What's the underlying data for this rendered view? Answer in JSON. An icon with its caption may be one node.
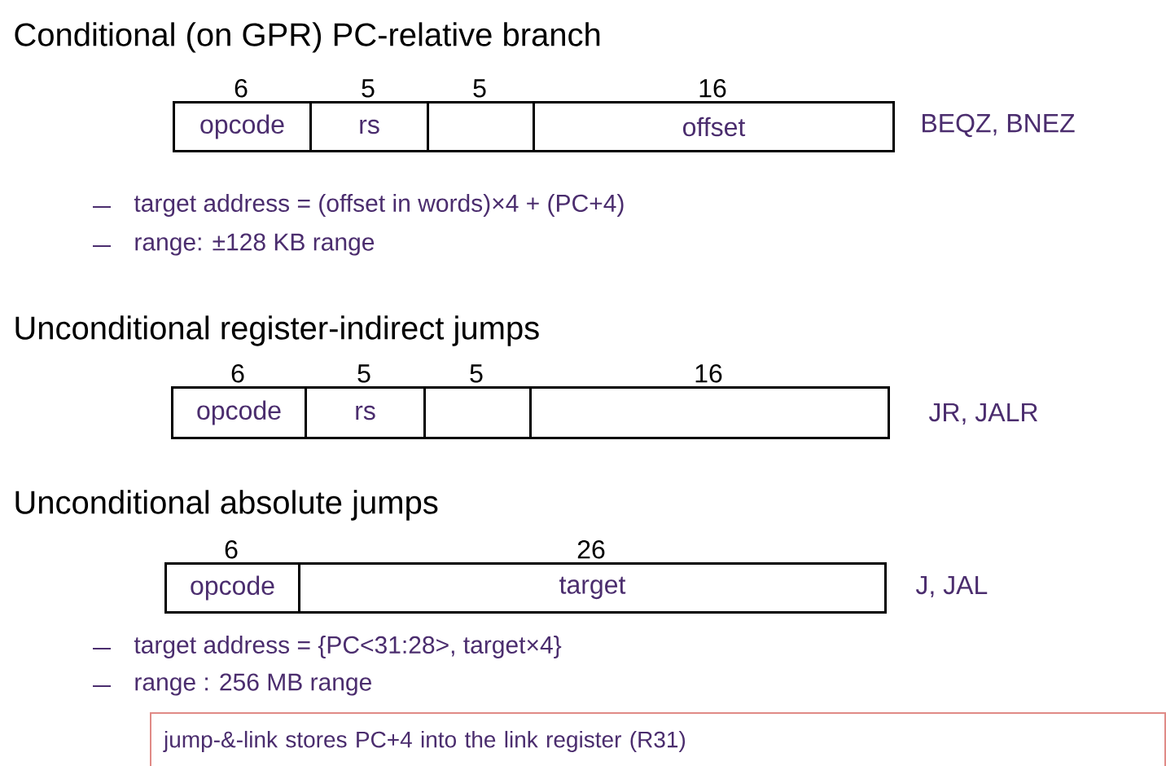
{
  "diagram": {
    "nodes": [
      {
        "text": [
          "opcode"
        ],
        "beside": [
          "6"
        ]
      },
      {
        "text": [
          "rs"
        ],
        "beside": [
          "5"
        ]
      },
      {
        "text": [],
        "shape": "box",
        "beside": [
          "5"
        ]
      },
      {
        "text": [
          "offset"
        ],
        "beside": [
          "16"
        ]
      },
      {
        "text": [
          "opcode"
        ],
        "beside": [
          "6"
        ]
      },
      {
        "text": [
          "rs"
        ],
        "beside": [
          "5"
        ]
      },
      {
        "text": [],
        "shape": "box",
        "beside": [
          "5"
        ]
      },
      {
        "text": [],
        "shape": "box",
        "beside": [
          "16"
        ]
      },
      {
        "text": [
          "opcode"
        ],
        "beside": [
          "6"
        ]
      },
      {
        "text": [
          "target"
        ],
        "beside": [
          "26"
        ]
      },
      {
        "text": [
          "jump-&-link stores PC+4 into the link register (R31)"
        ]
      }
    ],
    "labels": [
      "Conditional (on GPR) PC-relative branch",
      "BEQZ, BNEZ",
      "target address = (offset in words)×4 + (PC+4)",
      "range: ±128 KB range",
      "Unconditional register-indirect jumps",
      "JR, JALR",
      "Unconditional absolute jumps",
      "J, JAL",
      "target address = {PC<31:28>, target×4}",
      "range : 256 MB range"
    ]
  }
}
